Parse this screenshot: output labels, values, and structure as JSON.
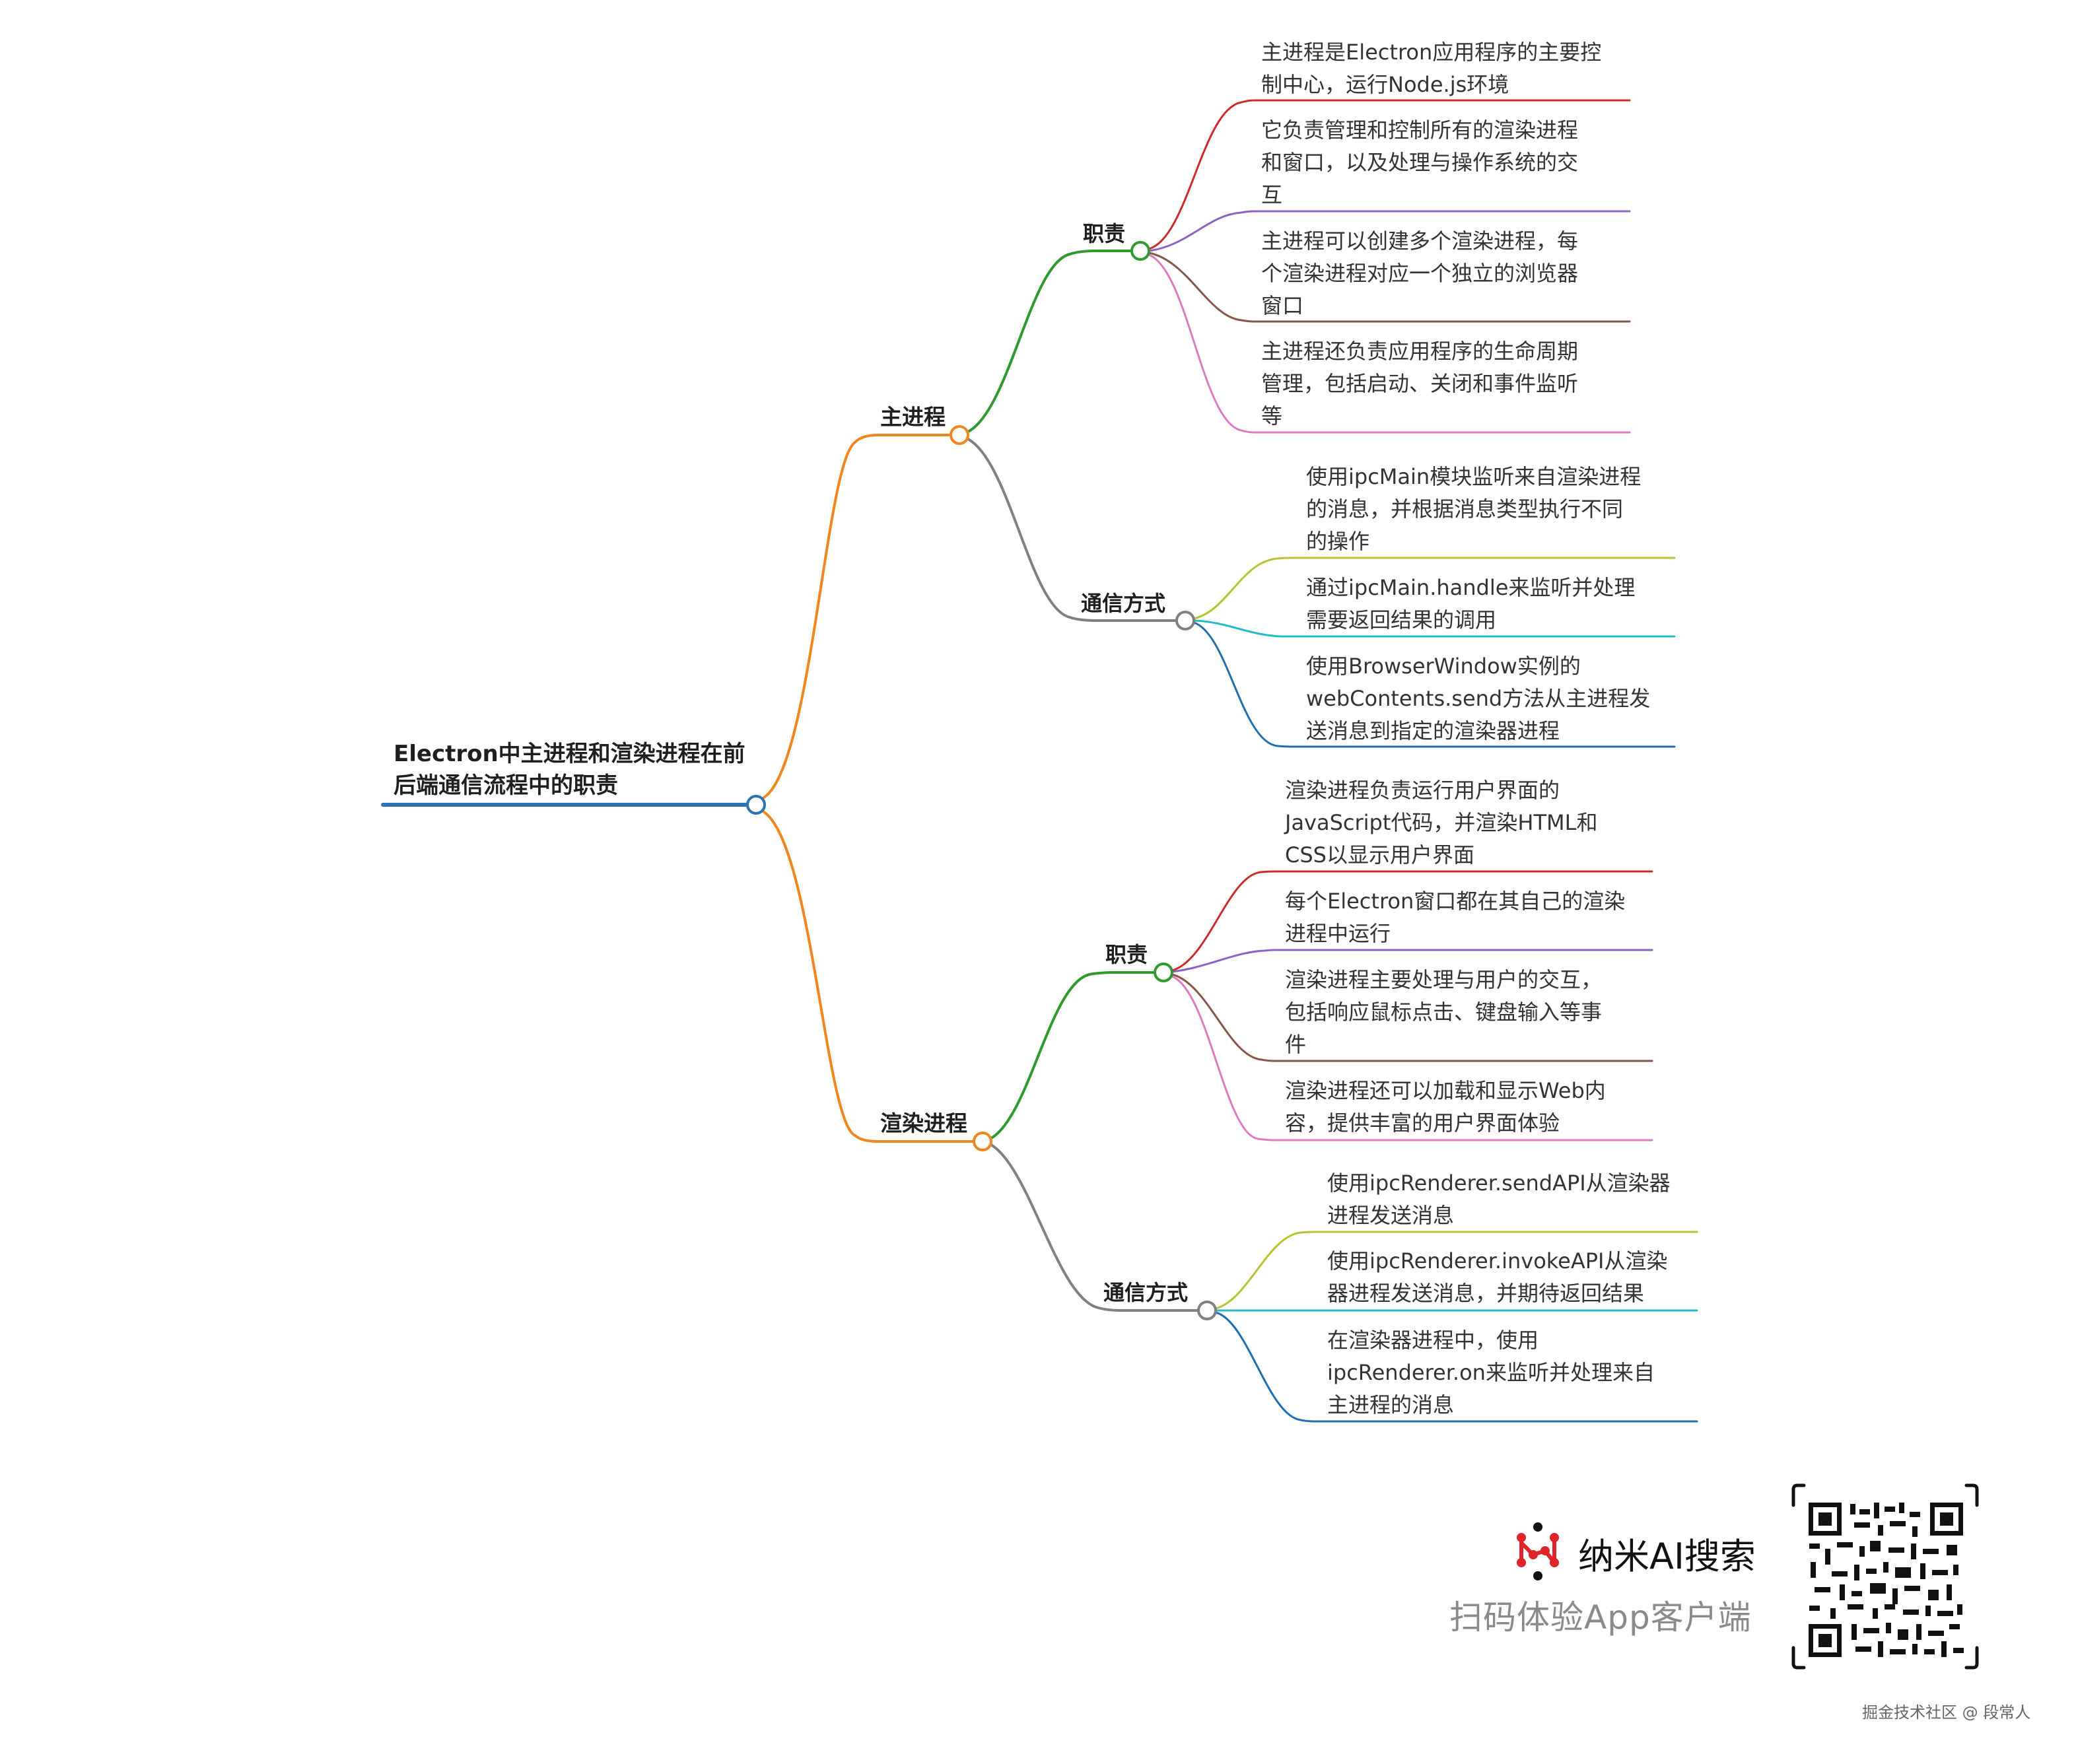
{
  "colors": {
    "root": "#2a74b3",
    "level1": "#f0861d",
    "duty": "#2e9a2e",
    "comm": "#808080",
    "leaf_red": "#cf2a2a",
    "leaf_purple": "#8c63c4",
    "leaf_brown": "#855649",
    "leaf_pink": "#de7ac2",
    "leaf_olive": "#b8c234",
    "leaf_cyan": "#22bcc9",
    "leaf_blue": "#1f6fb0",
    "brand_red": "#e0242b"
  },
  "mindmap": {
    "root": {
      "label": "Electron中主进程和渲染进程在前后端通信流程中的职责"
    },
    "branches": [
      {
        "label": "主进程",
        "children": [
          {
            "label": "职责",
            "leaves": [
              "主进程是Electron应用程序的主要控\n制中心，运行Node.js环境",
              "它负责管理和控制所有的渲染进程\n和窗口，以及处理与操作系统的交\n互",
              "主进程可以创建多个渲染进程，每\n个渲染进程对应一个独立的浏览器\n窗口",
              "主进程还负责应用程序的生命周期\n管理，包括启动、关闭和事件监听\n等"
            ]
          },
          {
            "label": "通信方式",
            "leaves": [
              "使用ipcMain模块监听来自渲染进程\n的消息，并根据消息类型执行不同\n的操作",
              "通过ipcMain.handle来监听并处理\n需要返回结果的调用",
              "使用BrowserWindow实例的\nwebContents.send方法从主进程发\n送消息到指定的渲染器进程"
            ]
          }
        ]
      },
      {
        "label": "渲染进程",
        "children": [
          {
            "label": "职责",
            "leaves": [
              "渲染进程负责运行用户界面的\nJavaScript代码，并渲染HTML和\nCSS以显示用户界面",
              "每个Electron窗口都在其自己的渲染\n进程中运行",
              "渲染进程主要处理与用户的交互，\n包括响应鼠标点击、键盘输入等事\n件",
              "渲染进程还可以加载和显示Web内\n容，提供丰富的用户界面体验"
            ]
          },
          {
            "label": "通信方式",
            "leaves": [
              "使用ipcRenderer.sendAPI从渲染器\n进程发送消息",
              "使用ipcRenderer.invokeAPI从渲染\n器进程发送消息，并期待返回结果",
              "在渲染器进程中，使用\nipcRenderer.on来监听并处理来自\n主进程的消息"
            ]
          }
        ]
      }
    ]
  },
  "promo": {
    "brand_icon": "nano-ai-logo-icon",
    "brand_name": "纳米AI搜索",
    "tagline": "扫码体验App客户端",
    "qr_icon": "qr-code-icon"
  },
  "credit": "掘金技术社区 @ 段常人"
}
